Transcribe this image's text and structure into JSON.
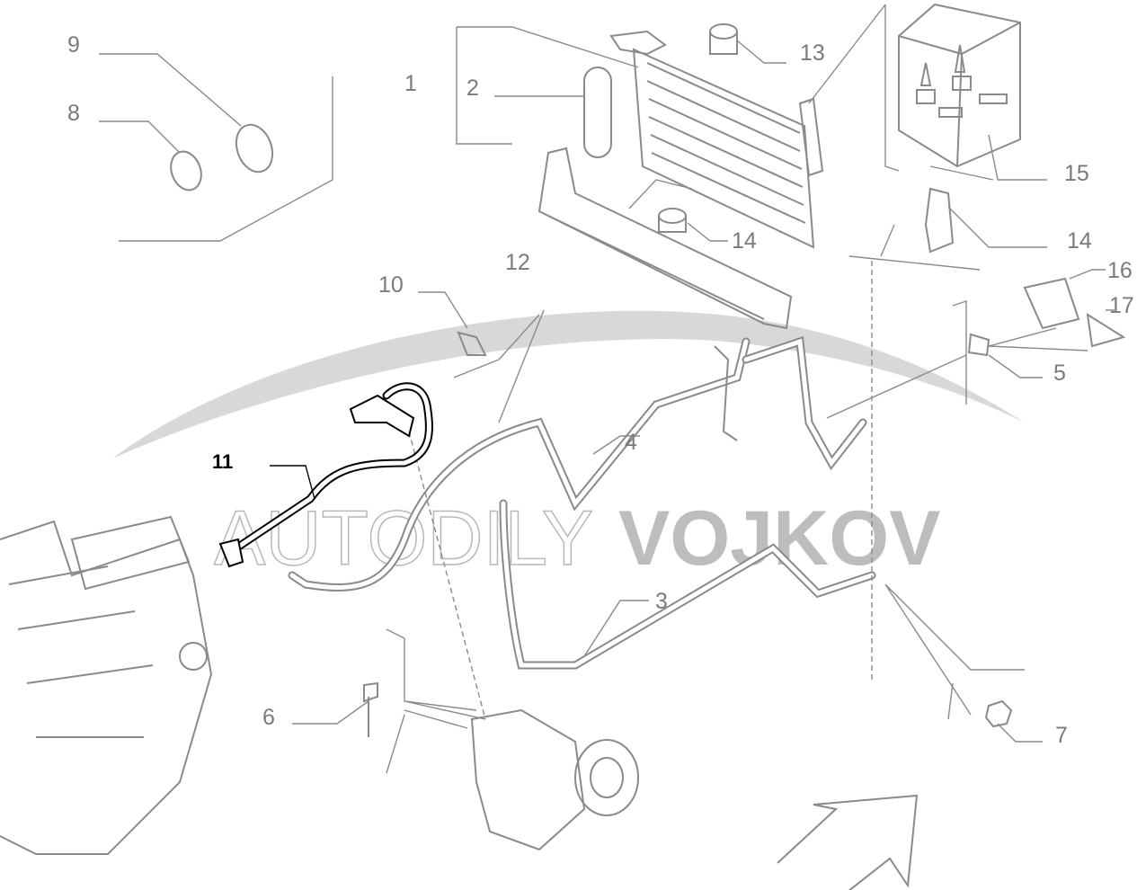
{
  "diagram": {
    "title": "Air conditioning system parts",
    "highlighted_part": "11",
    "labels": [
      "1",
      "2",
      "3",
      "4",
      "5",
      "6",
      "7",
      "8",
      "9",
      "10",
      "11",
      "12",
      "13",
      "14",
      "14",
      "15",
      "16",
      "17"
    ],
    "watermark": {
      "light": "AUTODILY",
      "bold": "VOJKOV"
    },
    "colors": {
      "line": "#8a8a8a",
      "highlight": "#000000",
      "watermark": "#bdbdbd"
    }
  }
}
